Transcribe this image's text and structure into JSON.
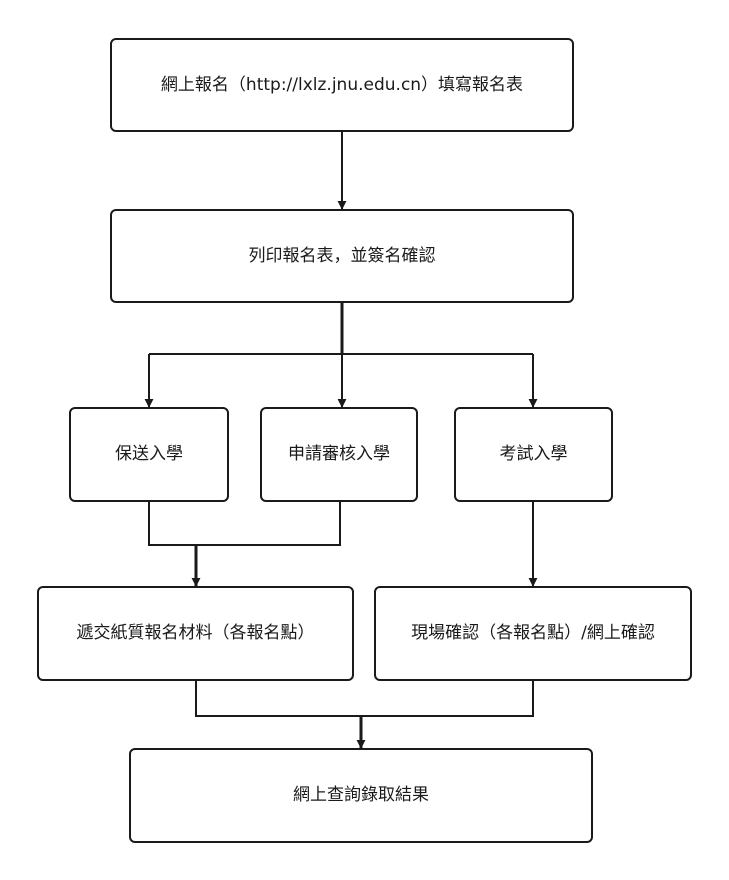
{
  "nodes": {
    "register_online": "網上報名（http://lxlz.jnu.edu.cn）填寫報名表",
    "print_form": "列印報名表，並簽名確認",
    "recommended_admission": "保送入學",
    "application_review_admission": "申請審核入學",
    "exam_admission": "考試入學",
    "submit_paper_materials": "遞交紙質報名材料（各報名點）",
    "onsite_confirmation": "現場確認（各報名點）/網上確認",
    "check_admission_results": "網上查詢錄取結果"
  },
  "colors": {
    "stroke": "#1a1a1a",
    "text": "#1a1a1a",
    "background": "#ffffff"
  }
}
